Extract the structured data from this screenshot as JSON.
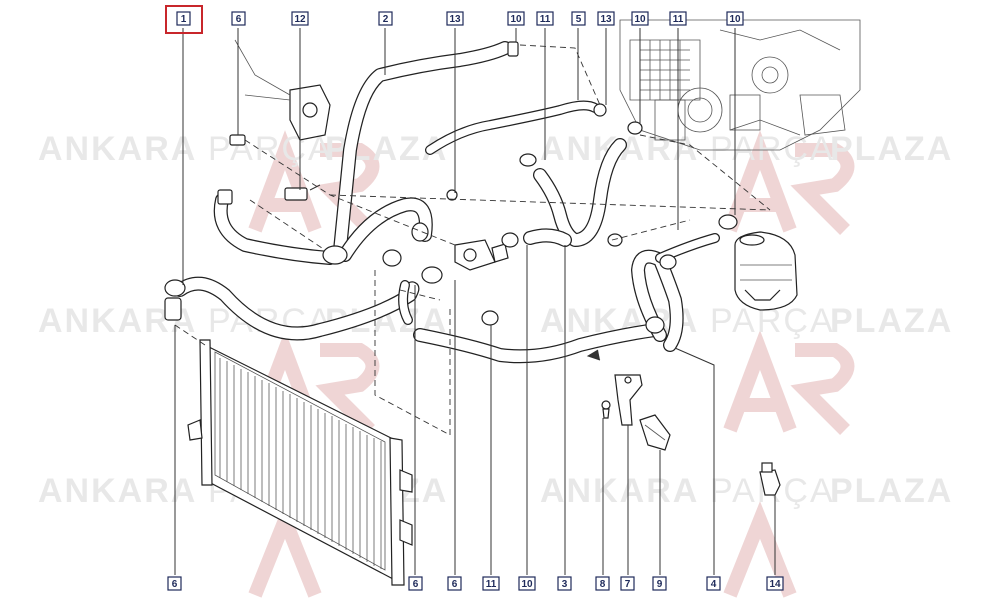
{
  "watermark": {
    "brand_left": "ANKARA",
    "brand_mid": "PARÇA",
    "brand_right": "PLAZA",
    "color": "#d6d6d6"
  },
  "highlight_color": "#c8262b",
  "callouts_top": [
    "1",
    "6",
    "12",
    "2",
    "13",
    "10",
    "11",
    "5",
    "13",
    "10",
    "11",
    "10"
  ],
  "callouts_bottom": [
    "6",
    "6",
    "6",
    "11",
    "10",
    "3",
    "8",
    "7",
    "9",
    "4",
    "14"
  ],
  "highlighted_callout": "1"
}
